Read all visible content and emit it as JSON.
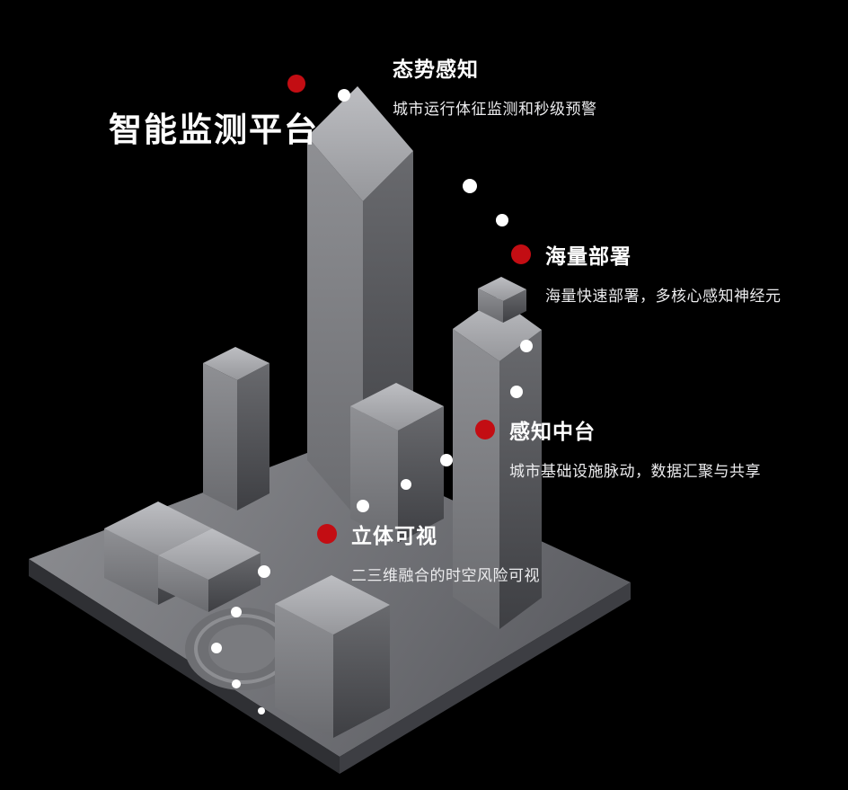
{
  "colors": {
    "accent": "#c30d13",
    "background": "#000000",
    "trail_dot": "#ffffff",
    "building_gray": "#8a8b8f"
  },
  "platform_title": "智能监测平台",
  "annotations": [
    {
      "title": "态势感知",
      "desc": "城市运行体征监测和秒级预警"
    },
    {
      "title": "海量部署",
      "desc": "海量快速部署，多核心感知神经元"
    },
    {
      "title": "感知中台",
      "desc": "城市基础设施脉动，数据汇聚与共享"
    },
    {
      "title": "立体可视",
      "desc": "二三维融合的时空风险可视"
    }
  ]
}
